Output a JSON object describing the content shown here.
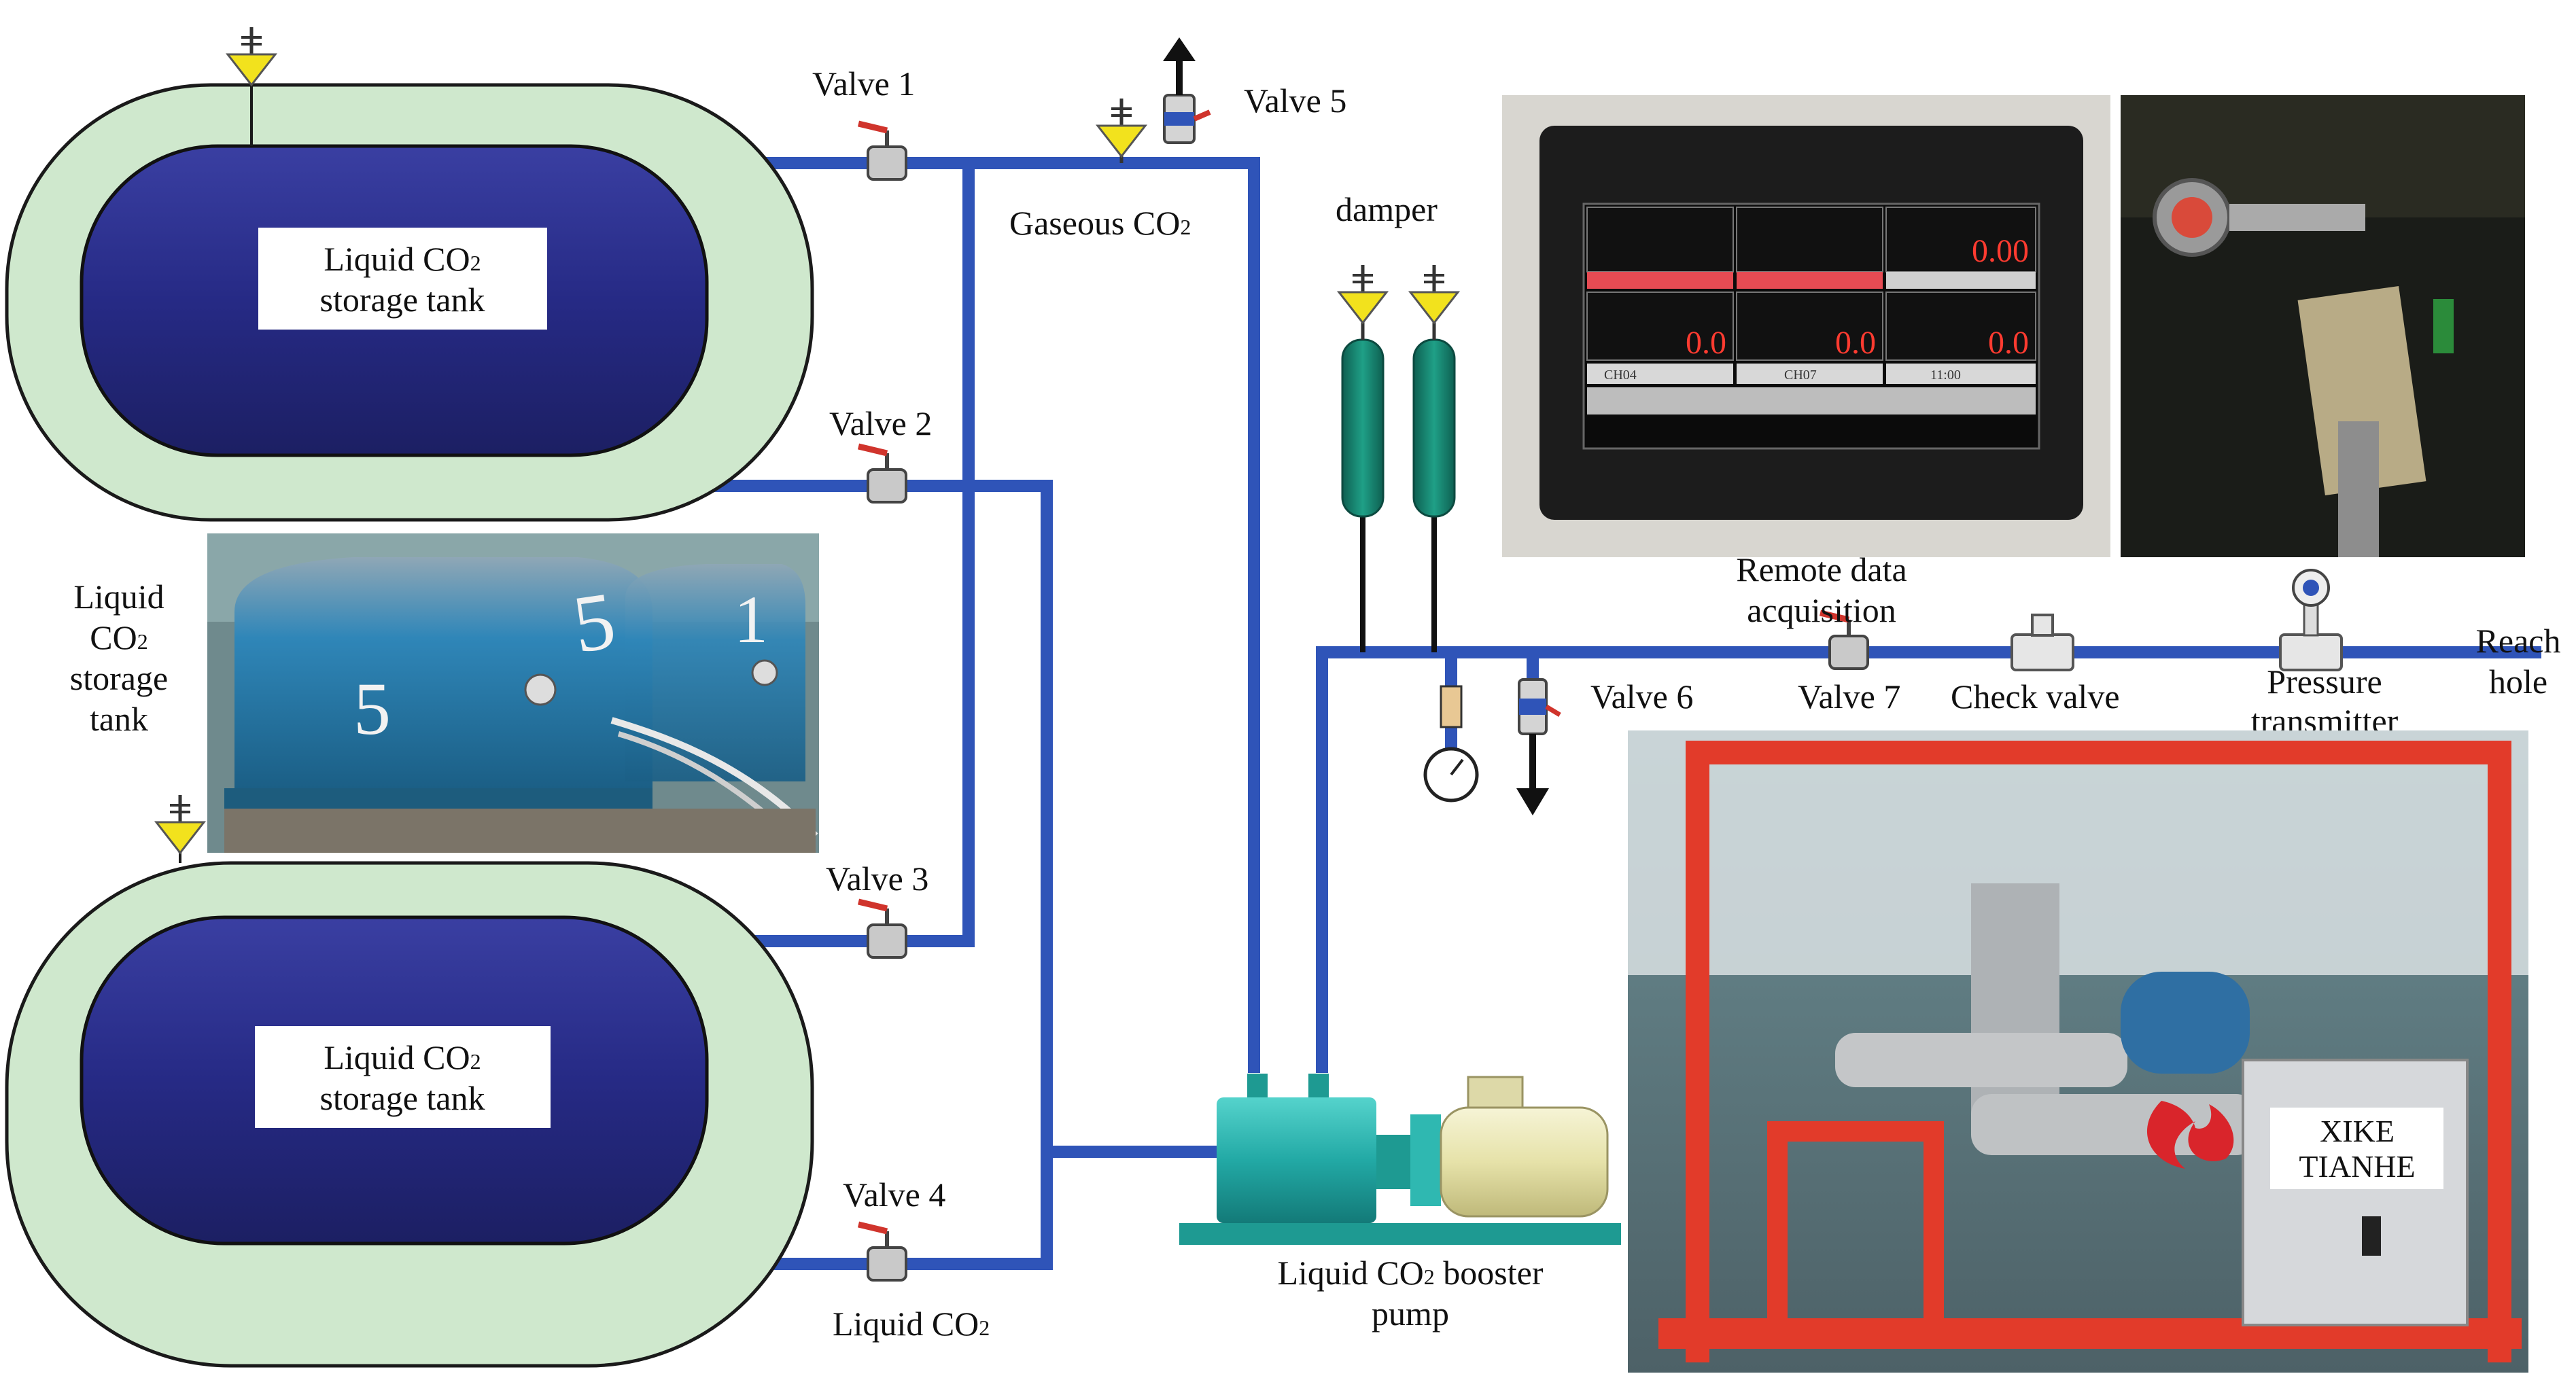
{
  "labels": {
    "valve1": "Valve 1",
    "valve2": "Valve 2",
    "valve3": "Valve 3",
    "valve4": "Valve 4",
    "valve5": "Valve 5",
    "valve6": "Valve 6",
    "valve7": "Valve 7",
    "gaseous_co2_main": "Gaseous CO",
    "gaseous_co2_sub": "2",
    "damper": "damper",
    "tank_top_line1_main": "Liquid CO",
    "tank_top_line1_sub": "2",
    "tank_top_line2": "storage tank",
    "tank_bottom_line1_main": "Liquid CO",
    "tank_bottom_line1_sub": "2",
    "tank_bottom_line2": "storage tank",
    "side_label_line1": "Liquid",
    "side_label_line2_main": "CO",
    "side_label_line2_sub": "2",
    "side_label_line3": "storage",
    "side_label_line4": "tank",
    "remote_line1": "Remote data",
    "remote_line2": "acquisition",
    "check_valve": "Check valve",
    "pressure_line1": "Pressure",
    "pressure_line2": "transmitter",
    "reach_line1": "Reach",
    "reach_line2": "hole",
    "liquid_co2_main": "Liquid CO",
    "liquid_co2_sub": "2",
    "booster_line1_main": "Liquid CO",
    "booster_line1_sub": "2",
    "booster_line1_rest": " booster",
    "booster_line2": "pump",
    "brand_line1": "XIKE",
    "brand_line2": "TIANHE"
  },
  "screen": {
    "readouts": [
      "0.00",
      "0.0",
      "0.0",
      "0.0"
    ],
    "bottom_labels": [
      "CH04",
      "CH07",
      "11:00"
    ]
  },
  "colors": {
    "pipe": "#2f54b8",
    "tank_fill": "#262a85",
    "tank_jacket": "#cfe8cd",
    "damper": "#15806e",
    "valve_yellow": "#f2e21d",
    "pump": "#22a9a5",
    "frame_red": "#e23b2a"
  }
}
